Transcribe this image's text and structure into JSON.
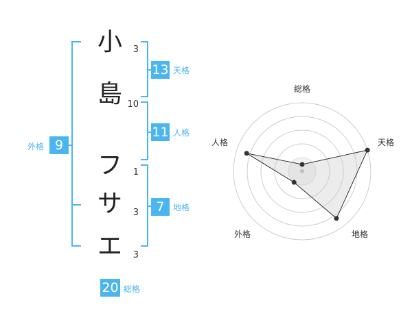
{
  "name": {
    "chars": [
      {
        "char": "小",
        "strokes": "3"
      },
      {
        "char": "島",
        "strokes": "10"
      },
      {
        "char": "フ",
        "strokes": "1"
      },
      {
        "char": "サ",
        "strokes": "3"
      },
      {
        "char": "エ",
        "strokes": "3"
      }
    ]
  },
  "fortunes": {
    "tenkaku": {
      "value": "13",
      "label": "天格"
    },
    "jinkaku": {
      "value": "11",
      "label": "人格"
    },
    "chikaku": {
      "value": "7",
      "label": "地格"
    },
    "gaikaku": {
      "value": "9",
      "label": "外格"
    },
    "soukaku": {
      "value": "20",
      "label": "総格"
    }
  },
  "colors": {
    "accent": "#4bb5f0",
    "text": "#222222",
    "grid": "#cccccc"
  },
  "radar": {
    "axes": [
      "総格",
      "天格",
      "地格",
      "外格",
      "人格"
    ],
    "values": [
      0.1,
      1.0,
      0.85,
      0.2,
      0.85
    ]
  }
}
